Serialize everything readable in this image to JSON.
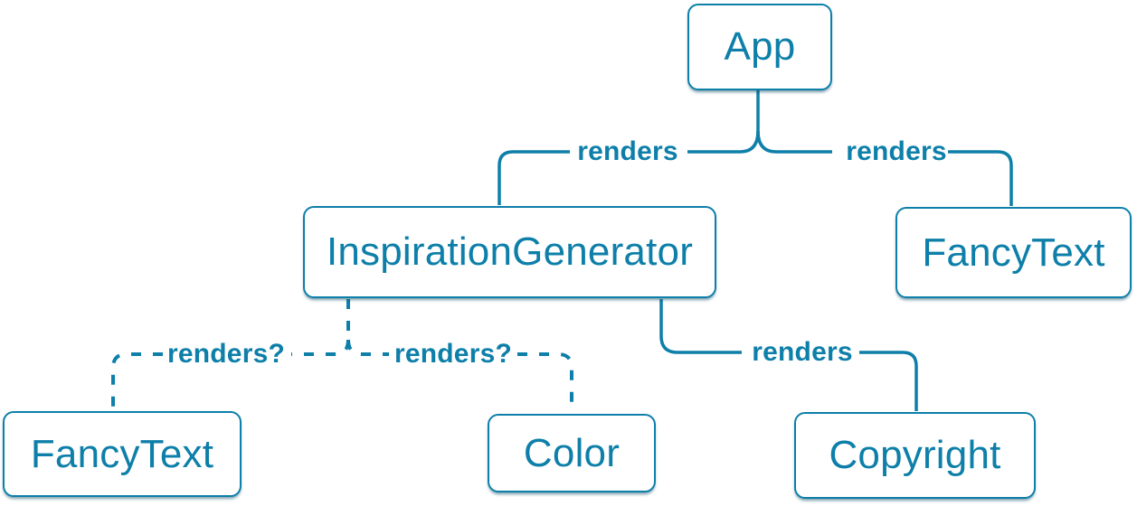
{
  "colors": {
    "accent": "#0d7fa9",
    "background": "#ffffff",
    "node-fill": "#ffffff",
    "shadow": "rgba(9,76,101,0.55)"
  },
  "nodes": {
    "app": {
      "label": "App"
    },
    "inspiration_generator": {
      "label": "InspirationGenerator"
    },
    "fancy_text_top": {
      "label": "FancyText"
    },
    "fancy_text_bottom": {
      "label": "FancyText"
    },
    "color": {
      "label": "Color"
    },
    "copyright": {
      "label": "Copyright"
    }
  },
  "edges": {
    "app_to_inspiration_generator": {
      "label": "renders",
      "style": "solid"
    },
    "app_to_fancy_text": {
      "label": "renders",
      "style": "solid"
    },
    "inspiration_generator_to_fancy_text": {
      "label": "renders?",
      "style": "dashed"
    },
    "inspiration_generator_to_color": {
      "label": "renders?",
      "style": "dashed"
    },
    "inspiration_generator_to_copyright": {
      "label": "renders",
      "style": "solid"
    }
  }
}
